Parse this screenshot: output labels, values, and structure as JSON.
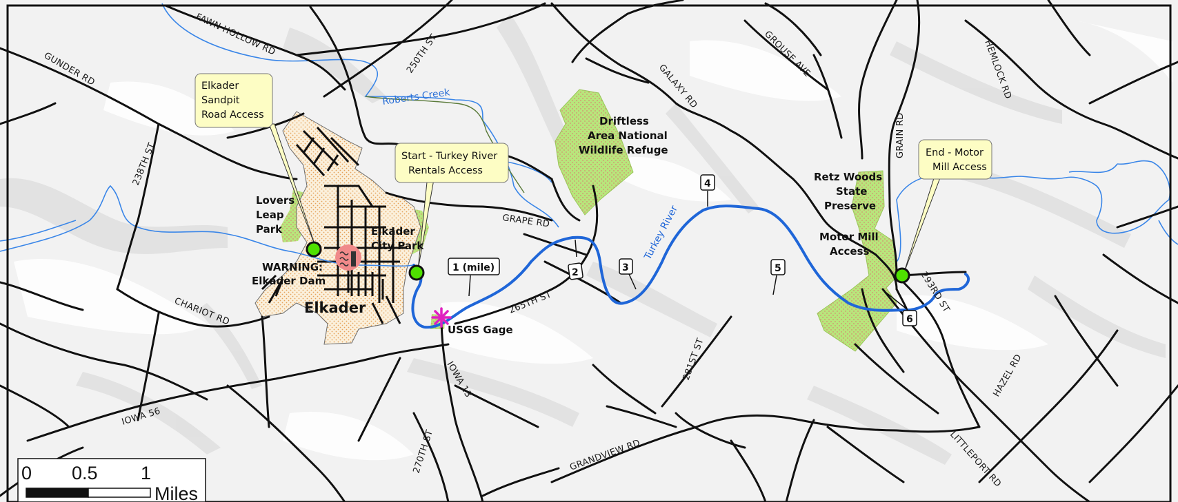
{
  "roads": [
    "FAWN HOLLOW RD",
    "250TH ST",
    "GROUSE AVE",
    "HEMLOCK RD",
    "GUNDER RD",
    "GALAXY RD",
    "GRAIN RD",
    "238TH ST",
    "GRAPE RD",
    "265TH ST",
    "293RD ST",
    "CHARIOT RD",
    "IOWA 13",
    "281ST ST",
    "HAZEL RD",
    "IOWA 56",
    "270TH ST",
    "GRANDVIEW RD",
    "LITTLEPORT RD"
  ],
  "water": {
    "creek": "Roberts Creek",
    "river": "Turkey River"
  },
  "places": {
    "town": "Elkader",
    "refuge": [
      "Driftless",
      "Area National",
      "Wildlife Refuge"
    ],
    "retz": [
      "Retz Woods",
      "State",
      "Preserve"
    ],
    "lovers": [
      "Lovers",
      "Leap",
      "Park"
    ],
    "citypark": [
      "Elkader",
      "City Park"
    ],
    "motormill": [
      "Motor Mill",
      "Access"
    ],
    "warning": [
      "WARNING:",
      "Elkader Dam"
    ],
    "gage": "USGS Gage"
  },
  "callouts": {
    "sandpit": [
      "Elkader",
      "Sandpit",
      "Road Access"
    ],
    "start": [
      "Start - Turkey River",
      "Rentals Access"
    ],
    "end": [
      "End - Motor",
      "Mill Access"
    ]
  },
  "miles": [
    "1 (mile)",
    "2",
    "3",
    "4",
    "5",
    "6"
  ],
  "scale": {
    "labels": [
      "0",
      "0.5",
      "1"
    ],
    "unit": "Miles"
  },
  "colors": {
    "river": "#1f66d8",
    "park": "#b6e57c",
    "access": "#4fe000",
    "gage": "#e020c0",
    "dam": "#f08a8a",
    "callout": "#fdfdc4",
    "town": "#fbe7c8"
  }
}
